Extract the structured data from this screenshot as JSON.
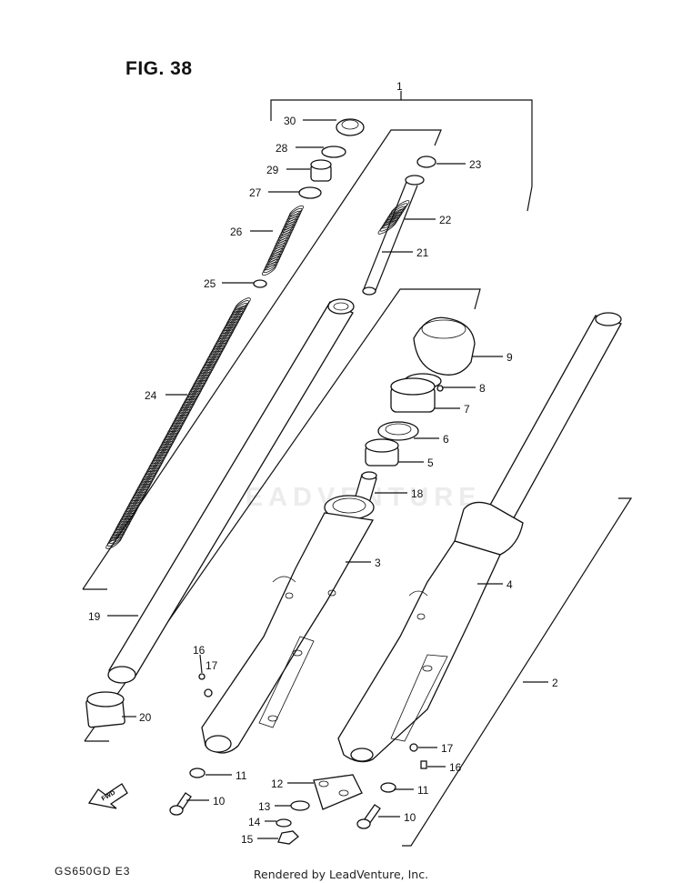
{
  "figure": {
    "title": "FIG. 38",
    "model_code": "GS650GD E3",
    "footer": "Rendered by LeadVenture, Inc.",
    "watermark": "LEADVENTURE",
    "fwd_label": "FWD"
  },
  "callouts": [
    {
      "id": "c1",
      "text": "1"
    },
    {
      "id": "c2",
      "text": "2"
    },
    {
      "id": "c3",
      "text": "3"
    },
    {
      "id": "c4",
      "text": "4"
    },
    {
      "id": "c5",
      "text": "5"
    },
    {
      "id": "c6",
      "text": "6"
    },
    {
      "id": "c7",
      "text": "7"
    },
    {
      "id": "c8",
      "text": "8"
    },
    {
      "id": "c9",
      "text": "9"
    },
    {
      "id": "c10a",
      "text": "10"
    },
    {
      "id": "c10b",
      "text": "10"
    },
    {
      "id": "c11a",
      "text": "11"
    },
    {
      "id": "c11b",
      "text": "11"
    },
    {
      "id": "c12",
      "text": "12"
    },
    {
      "id": "c13",
      "text": "13"
    },
    {
      "id": "c14",
      "text": "14"
    },
    {
      "id": "c15",
      "text": "15"
    },
    {
      "id": "c16a",
      "text": "16"
    },
    {
      "id": "c16b",
      "text": "16"
    },
    {
      "id": "c17a",
      "text": "17"
    },
    {
      "id": "c17b",
      "text": "17"
    },
    {
      "id": "c18",
      "text": "18"
    },
    {
      "id": "c19",
      "text": "19"
    },
    {
      "id": "c20",
      "text": "20"
    },
    {
      "id": "c21",
      "text": "21"
    },
    {
      "id": "c22",
      "text": "22"
    },
    {
      "id": "c23",
      "text": "23"
    },
    {
      "id": "c24",
      "text": "24"
    },
    {
      "id": "c25",
      "text": "25"
    },
    {
      "id": "c26",
      "text": "26"
    },
    {
      "id": "c27",
      "text": "27"
    },
    {
      "id": "c28",
      "text": "28"
    },
    {
      "id": "c29",
      "text": "29"
    },
    {
      "id": "c30",
      "text": "30"
    }
  ]
}
